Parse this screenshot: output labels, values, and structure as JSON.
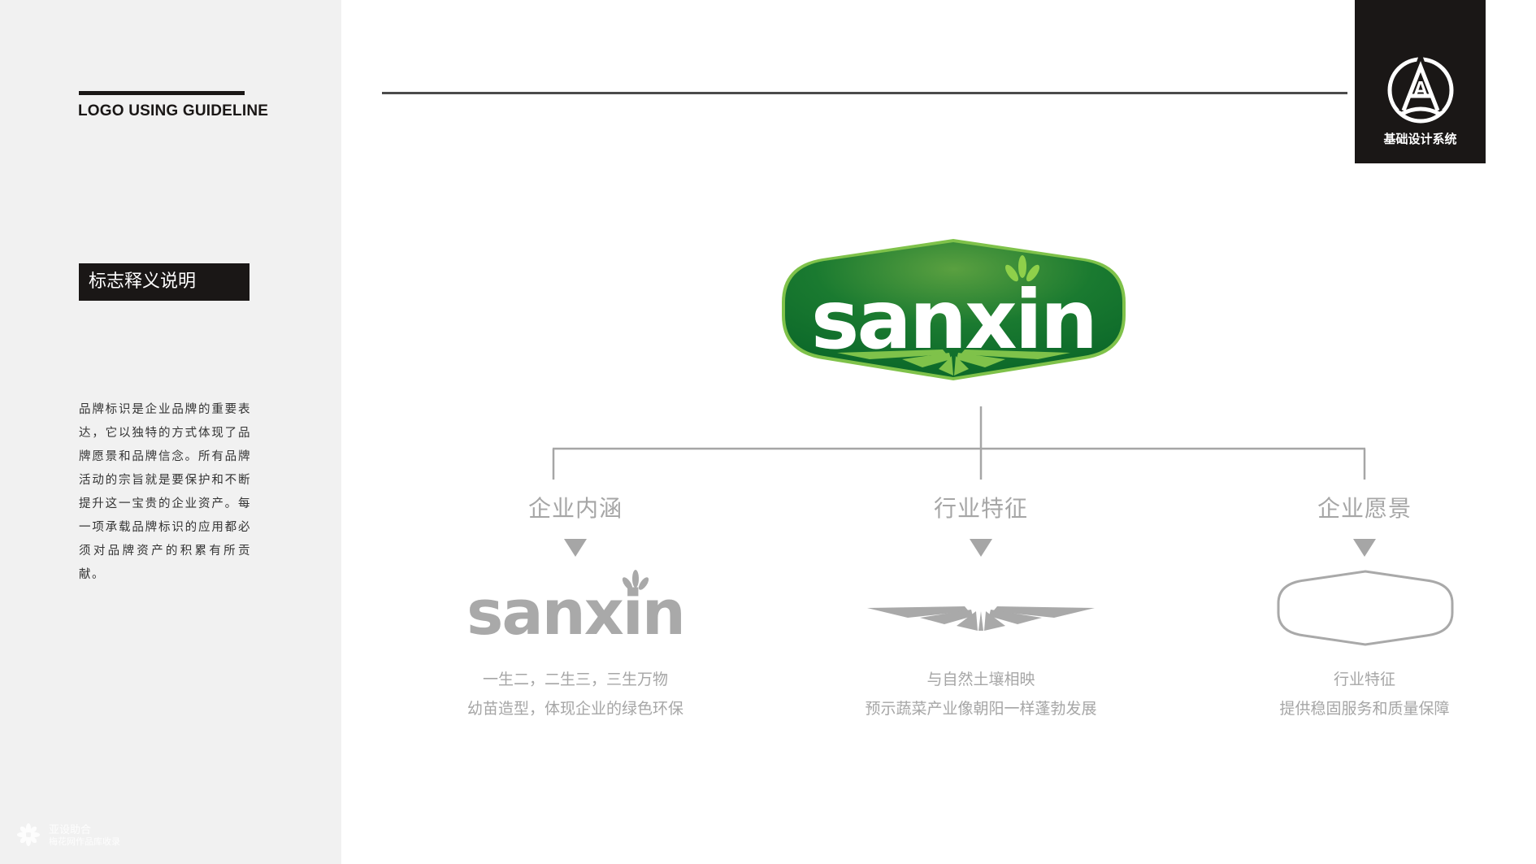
{
  "sidebar": {
    "guideline_label": "LOGO USING GUIDELINE",
    "section_tag": "标志释义说明",
    "description": "品牌标识是企业品牌的重要表达，它以独特的方式体现了品牌愿景和品牌信念。所有品牌活动的宗旨就是要保护和不断提升这一宝贵的企业资产。每一项承载品牌标识的应用都必须对品牌资产的积累有所贡献。",
    "watermark_line1": "亚设助合",
    "watermark_line2": "梅花网作品库收录"
  },
  "badge": {
    "label": "基础设计系统",
    "logo_letter": "A"
  },
  "logo": {
    "wordmark": "sanxin",
    "colors": {
      "green_dark": "#0d6a2a",
      "green_mid": "#2a8a3a",
      "green_light": "#7fc24a",
      "grey": "#a9a9a9"
    }
  },
  "columns": [
    {
      "heading": "企业内涵",
      "element_wordmark": "sanxin",
      "caption_lines": [
        "一生二，二生三，三生万物",
        "幼苗造型，体现企业的绿色环保"
      ]
    },
    {
      "heading": "行业特征",
      "caption_lines": [
        "与自然土壤相映",
        "预示蔬菜产业像朝阳一样蓬勃发展"
      ]
    },
    {
      "heading": "企业愿景",
      "caption_lines": [
        "行业特征",
        "提供稳固服务和质量保障"
      ]
    }
  ]
}
